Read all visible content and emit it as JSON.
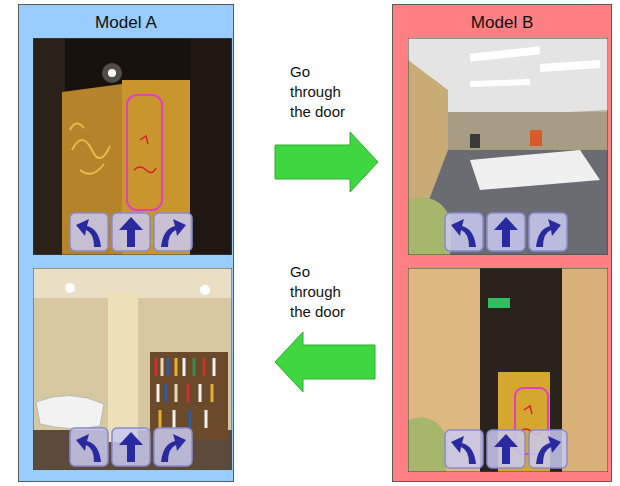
{
  "diagram": {
    "nodes": [
      {
        "text": [
          "Model A"
        ]
      },
      {
        "text": [
          "Model B"
        ]
      }
    ],
    "edges": [
      {
        "from": 0,
        "to": 1,
        "arrow": "to",
        "label": "Go through the door"
      },
      {
        "from": 1,
        "to": 0,
        "arrow": "to",
        "label": "Go through the door"
      }
    ]
  }
}
